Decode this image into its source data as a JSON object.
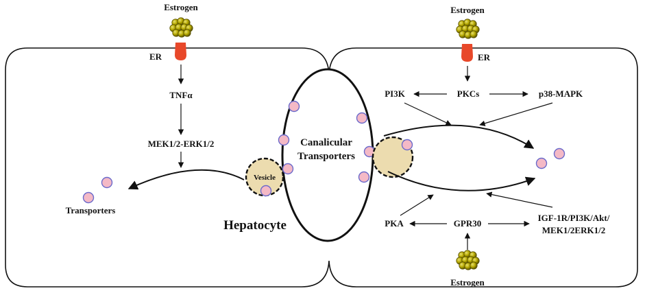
{
  "left_cell": {
    "estrogen_label": "Estrogen",
    "receptor_label": "ER",
    "cascade": [
      "TNFα",
      "MEK1/2-ERK1/2"
    ],
    "transporters_label": "Transporters",
    "cell_label": "Hepatocyte",
    "vesicle_label": "Vesicle"
  },
  "canalicular_label_line1": "Canalicular",
  "canalicular_label_line2": "Transporters",
  "right_cell": {
    "estrogen_top_label": "Estrogen",
    "receptor_label": "ER",
    "pkcs_label": "PKCs",
    "pi3k_label": "PI3K",
    "p38_label": "p38-MAPK",
    "pka_label": "PKA",
    "gpr30_label": "GPR30",
    "igf_line1": "IGF-1R/PI3K/Akt/",
    "igf_line2": "MEK1/2ERK1/2",
    "estrogen_bottom_label": "Estrogen"
  },
  "colors": {
    "receptor": "#e8482a",
    "estrogen_ball": "#b5a800",
    "estrogen_ball_dark": "#5a5200",
    "transporter_fill": "#f4b9c6",
    "transporter_stroke": "#6a6acb",
    "vesicle_fill": "#ecdcaf"
  }
}
